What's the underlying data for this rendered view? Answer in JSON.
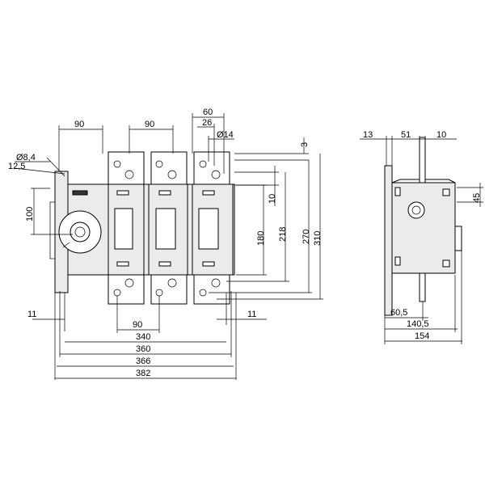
{
  "front_view": {
    "dim_top_left": "90",
    "dim_top_middle": "90",
    "dim_60": "60",
    "dim_26": "26",
    "dim_d14": "Ø14",
    "dim_3": "3",
    "dim_d84": "Ø8,4",
    "dim_125": "12,5",
    "dim_100": "100",
    "dim_10": "10",
    "dim_180": "180",
    "dim_218": "218",
    "dim_270": "270",
    "dim_310": "310",
    "dim_11_left": "11",
    "dim_11_right": "11",
    "dim_90_bottom": "90",
    "dim_340": "340",
    "dim_360": "360",
    "dim_366": "366",
    "dim_382": "382"
  },
  "side_view": {
    "dim_13": "13",
    "dim_51": "51",
    "dim_10": "10",
    "dim_45": "45",
    "dim_605": "60,5",
    "dim_1405": "140,5",
    "dim_154": "154"
  }
}
